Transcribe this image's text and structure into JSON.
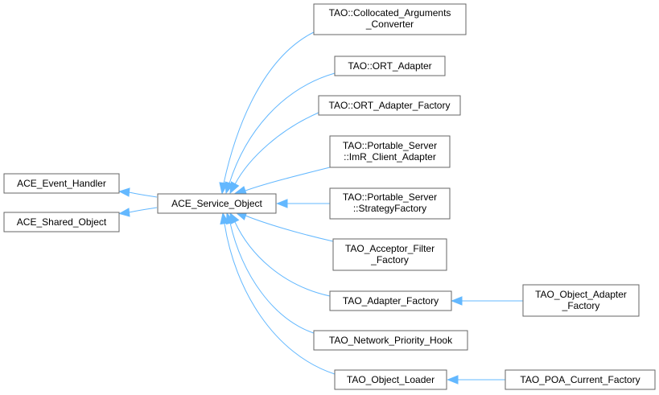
{
  "diagram": {
    "nodes": {
      "ace_event_handler": {
        "lines": [
          "ACE_Event_Handler"
        ]
      },
      "ace_shared_object": {
        "lines": [
          "ACE_Shared_Object"
        ]
      },
      "ace_service_object": {
        "lines": [
          "ACE_Service_Object"
        ]
      },
      "collocated_arguments_converter": {
        "lines": [
          "TAO::Collocated_Arguments",
          "_Converter"
        ]
      },
      "ort_adapter": {
        "lines": [
          "TAO::ORT_Adapter"
        ]
      },
      "ort_adapter_factory": {
        "lines": [
          "TAO::ORT_Adapter_Factory"
        ]
      },
      "imr_client_adapter": {
        "lines": [
          "TAO::Portable_Server",
          "::ImR_Client_Adapter"
        ]
      },
      "strategy_factory": {
        "lines": [
          "TAO::Portable_Server",
          "::StrategyFactory"
        ]
      },
      "acceptor_filter_factory": {
        "lines": [
          "TAO_Acceptor_Filter",
          "_Factory"
        ]
      },
      "adapter_factory": {
        "lines": [
          "TAO_Adapter_Factory"
        ]
      },
      "network_priority_hook": {
        "lines": [
          "TAO_Network_Priority_Hook"
        ]
      },
      "object_loader": {
        "lines": [
          "TAO_Object_Loader"
        ]
      },
      "object_adapter_factory": {
        "lines": [
          "TAO_Object_Adapter",
          "_Factory"
        ]
      },
      "poa_current_factory": {
        "lines": [
          "TAO_POA_Current_Factory"
        ]
      }
    },
    "edges": [
      {
        "from": "ace_service_object",
        "to": "ace_event_handler"
      },
      {
        "from": "ace_service_object",
        "to": "ace_shared_object"
      },
      {
        "from": "collocated_arguments_converter",
        "to": "ace_service_object"
      },
      {
        "from": "ort_adapter",
        "to": "ace_service_object"
      },
      {
        "from": "ort_adapter_factory",
        "to": "ace_service_object"
      },
      {
        "from": "imr_client_adapter",
        "to": "ace_service_object"
      },
      {
        "from": "strategy_factory",
        "to": "ace_service_object"
      },
      {
        "from": "acceptor_filter_factory",
        "to": "ace_service_object"
      },
      {
        "from": "adapter_factory",
        "to": "ace_service_object"
      },
      {
        "from": "network_priority_hook",
        "to": "ace_service_object"
      },
      {
        "from": "object_loader",
        "to": "ace_service_object"
      },
      {
        "from": "object_adapter_factory",
        "to": "adapter_factory"
      },
      {
        "from": "poa_current_factory",
        "to": "object_loader"
      }
    ],
    "colors": {
      "edge": "#63b8ff",
      "node_border": "#666666",
      "node_fill": "#ffffff",
      "text": "#000000"
    }
  }
}
